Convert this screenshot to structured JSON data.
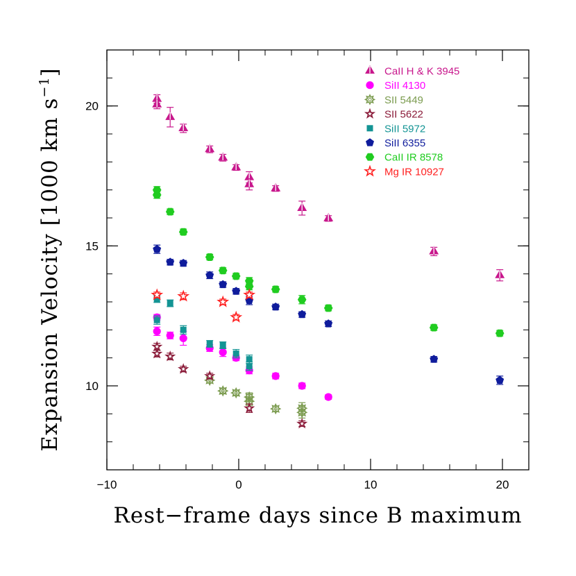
{
  "chart_data": {
    "type": "scatter",
    "title": "",
    "xlabel": "Rest−frame days since B maximum",
    "ylabel_main": "Expansion Velocity [1000 km s",
    "ylabel_sup": "−1",
    "ylabel_close": "]",
    "xlim": [
      -10,
      22
    ],
    "ylim": [
      7,
      22
    ],
    "xticks": [
      -10,
      0,
      10,
      20
    ],
    "yticks": [
      10,
      15,
      20
    ],
    "grid": false,
    "legend_position": "top-right",
    "series": [
      {
        "name": "CaII H & K 3945",
        "color": "#c8178c",
        "marker": "triangle",
        "points": [
          [
            -6.2,
            20.25,
            0.15
          ],
          [
            -6.2,
            20.05,
            0.15
          ],
          [
            -5.2,
            19.6,
            0.35
          ],
          [
            -4.2,
            19.2,
            0.15
          ],
          [
            -2.2,
            18.45,
            0.12
          ],
          [
            -1.2,
            18.15,
            0.12
          ],
          [
            -0.2,
            17.8,
            0.1
          ],
          [
            0.8,
            17.45,
            0.2
          ],
          [
            0.8,
            17.2,
            0.2
          ],
          [
            2.8,
            17.05,
            0.1
          ],
          [
            4.8,
            16.35,
            0.25
          ],
          [
            6.8,
            15.98,
            0.1
          ],
          [
            14.8,
            14.8,
            0.15
          ],
          [
            19.8,
            13.95,
            0.2
          ]
        ]
      },
      {
        "name": "SiII 4130",
        "color": "#ff00ff",
        "marker": "circle",
        "points": [
          [
            -6.2,
            12.45,
            0.1
          ],
          [
            -6.2,
            11.95,
            0.15
          ],
          [
            -5.2,
            11.8,
            0.12
          ],
          [
            -4.2,
            11.7,
            0.25
          ],
          [
            -2.2,
            11.35,
            0.12
          ],
          [
            -1.2,
            11.2,
            0.15
          ],
          [
            -0.2,
            11.0,
            0.1
          ],
          [
            0.8,
            10.55,
            0.12
          ],
          [
            2.8,
            10.35,
            0.1
          ],
          [
            4.8,
            10.0,
            0.1
          ],
          [
            6.8,
            9.6,
            0.08
          ]
        ]
      },
      {
        "name": "SII 5449",
        "color": "#7b9b4f",
        "marker": "gear",
        "points": [
          [
            -2.2,
            10.2,
            0.1
          ],
          [
            -1.2,
            9.82,
            0.08
          ],
          [
            -0.2,
            9.75,
            0.08
          ],
          [
            0.8,
            9.6,
            0.15
          ],
          [
            0.8,
            9.45,
            0.15
          ],
          [
            2.8,
            9.18,
            0.1
          ],
          [
            4.8,
            9.2,
            0.2
          ],
          [
            4.8,
            9.05,
            0.2
          ]
        ]
      },
      {
        "name": "SII 5622",
        "color": "#8b1c3a",
        "marker": "star",
        "points": [
          [
            -6.2,
            11.4,
            0.12
          ],
          [
            -6.2,
            11.15,
            0.12
          ],
          [
            -5.2,
            11.05,
            0.12
          ],
          [
            -4.2,
            10.6,
            0.1
          ],
          [
            -2.2,
            10.35,
            0.1
          ],
          [
            0.8,
            9.2,
            0.15
          ],
          [
            4.8,
            8.65,
            0.1
          ]
        ]
      },
      {
        "name": "SiII 5972",
        "color": "#139494",
        "marker": "square",
        "points": [
          [
            -6.2,
            13.1,
            0.12
          ],
          [
            -6.2,
            12.35,
            0.15
          ],
          [
            -5.2,
            12.95,
            0.12
          ],
          [
            -4.2,
            12.0,
            0.15
          ],
          [
            -2.2,
            11.5,
            0.12
          ],
          [
            -1.2,
            11.45,
            0.12
          ],
          [
            -0.2,
            11.15,
            0.15
          ],
          [
            0.8,
            10.95,
            0.15
          ],
          [
            0.8,
            10.7,
            0.15
          ]
        ]
      },
      {
        "name": "SiII 6355",
        "color": "#0f1c9c",
        "marker": "pentagon",
        "points": [
          [
            -6.2,
            14.88,
            0.15
          ],
          [
            -5.2,
            14.42,
            0.1
          ],
          [
            -4.2,
            14.38,
            0.1
          ],
          [
            -2.2,
            13.95,
            0.12
          ],
          [
            -1.2,
            13.62,
            0.1
          ],
          [
            -0.2,
            13.38,
            0.1
          ],
          [
            0.8,
            13.05,
            0.15
          ],
          [
            2.8,
            12.82,
            0.1
          ],
          [
            4.8,
            12.55,
            0.1
          ],
          [
            6.8,
            12.22,
            0.1
          ],
          [
            14.8,
            10.95,
            0.1
          ],
          [
            19.8,
            10.2,
            0.15
          ]
        ]
      },
      {
        "name": "CaII IR 8578",
        "color": "#20cc20",
        "marker": "hexagon",
        "points": [
          [
            -6.2,
            17.0,
            0.12
          ],
          [
            -6.2,
            16.82,
            0.12
          ],
          [
            -5.2,
            16.22,
            0.1
          ],
          [
            -4.2,
            15.5,
            0.1
          ],
          [
            -2.2,
            14.6,
            0.1
          ],
          [
            -1.2,
            14.12,
            0.1
          ],
          [
            -0.2,
            13.92,
            0.1
          ],
          [
            0.8,
            13.75,
            0.12
          ],
          [
            0.8,
            13.55,
            0.12
          ],
          [
            2.8,
            13.45,
            0.1
          ],
          [
            4.8,
            13.08,
            0.15
          ],
          [
            6.8,
            12.78,
            0.1
          ],
          [
            14.8,
            12.08,
            0.1
          ],
          [
            19.8,
            11.88,
            0.1
          ]
        ]
      },
      {
        "name": "Mg IR 10927",
        "color": "#ff2020",
        "marker": "open-star",
        "points": [
          [
            -6.2,
            13.25,
            0.1
          ],
          [
            -4.2,
            13.2,
            0.12
          ],
          [
            -1.2,
            13.0,
            0.1
          ],
          [
            -0.2,
            12.45,
            0.1
          ],
          [
            0.8,
            13.25,
            0.1
          ]
        ]
      }
    ]
  }
}
